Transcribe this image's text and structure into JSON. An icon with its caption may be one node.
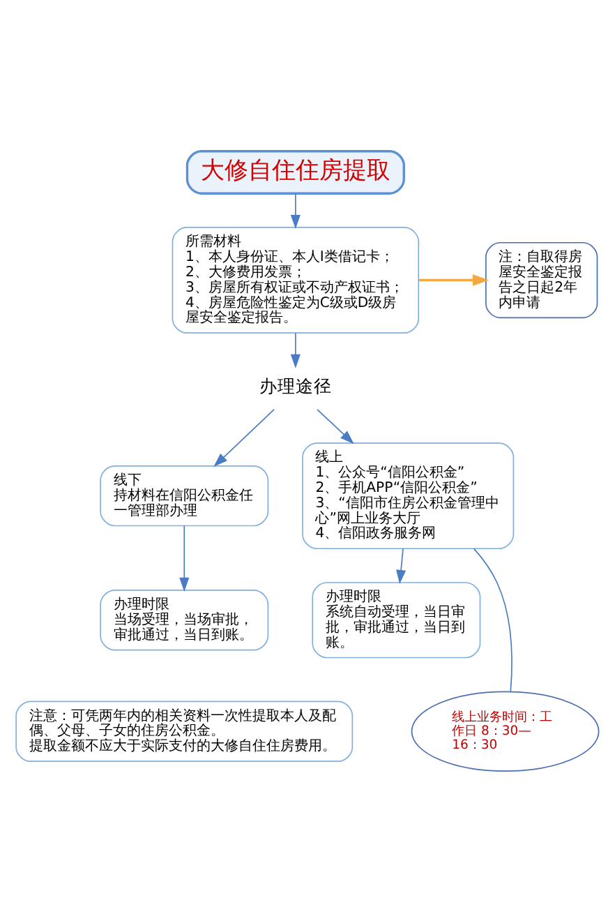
{
  "diagram": {
    "nodes": [
      {
        "text": [
          "大修自住住房提取"
        ]
      },
      {
        "text": [
          "所需材料",
          "1、本人身份证、本人I类借记卡；",
          "2、大修费用发票；",
          "3、房屋所有权证或不动产权证书；",
          "4、房屋危险性鉴定为C级或D级房屋安全鉴定报告。"
        ]
      },
      {
        "text": [
          "注：自取得房屋安全鉴定报告之日起2年内申请"
        ]
      },
      {
        "text": [
          "办理途径"
        ]
      },
      {
        "text": [
          "线下",
          "持材料在信阳公积金任一管理部办理"
        ]
      },
      {
        "text": [
          "办理时限",
          "当场受理，当场审批，审批通过，当日到账。"
        ]
      },
      {
        "text": [
          "线上",
          "1、公众号“信阳公积金”",
          "2、手机APP“信阳公积金”",
          "3、“信阳市住房公积金管理中心”网上业务大厅",
          "4、信阳政务服务网"
        ]
      },
      {
        "text": [
          "办理时限",
          "系统自动受理，当日审批，审批通过，当日到账。"
        ]
      },
      {
        "text": [
          "线上业务时间：工作日 8：30—16：30"
        ]
      },
      {
        "text": [
          "注意：可凭两年内的相关资料一次性提取本人及配偶、父母、子女的住房公积金。",
          "提取金额不应大于实际支付的大修自住住房费用。"
        ]
      }
    ],
    "edges": [
      {
        "from": 0,
        "to": 1,
        "arrow": "to"
      },
      {
        "from": 1,
        "to": 2,
        "arrow": "to",
        "color": "#f5a742"
      },
      {
        "from": 1,
        "to": 3,
        "arrow": "to"
      },
      {
        "from": 3,
        "to": 4,
        "arrow": "to"
      },
      {
        "from": 3,
        "to": 6,
        "arrow": "to"
      },
      {
        "from": 4,
        "to": 5,
        "arrow": "to"
      },
      {
        "from": 6,
        "to": 7,
        "arrow": "to"
      },
      {
        "from": 8,
        "to": 6,
        "arrow": "none"
      }
    ]
  }
}
